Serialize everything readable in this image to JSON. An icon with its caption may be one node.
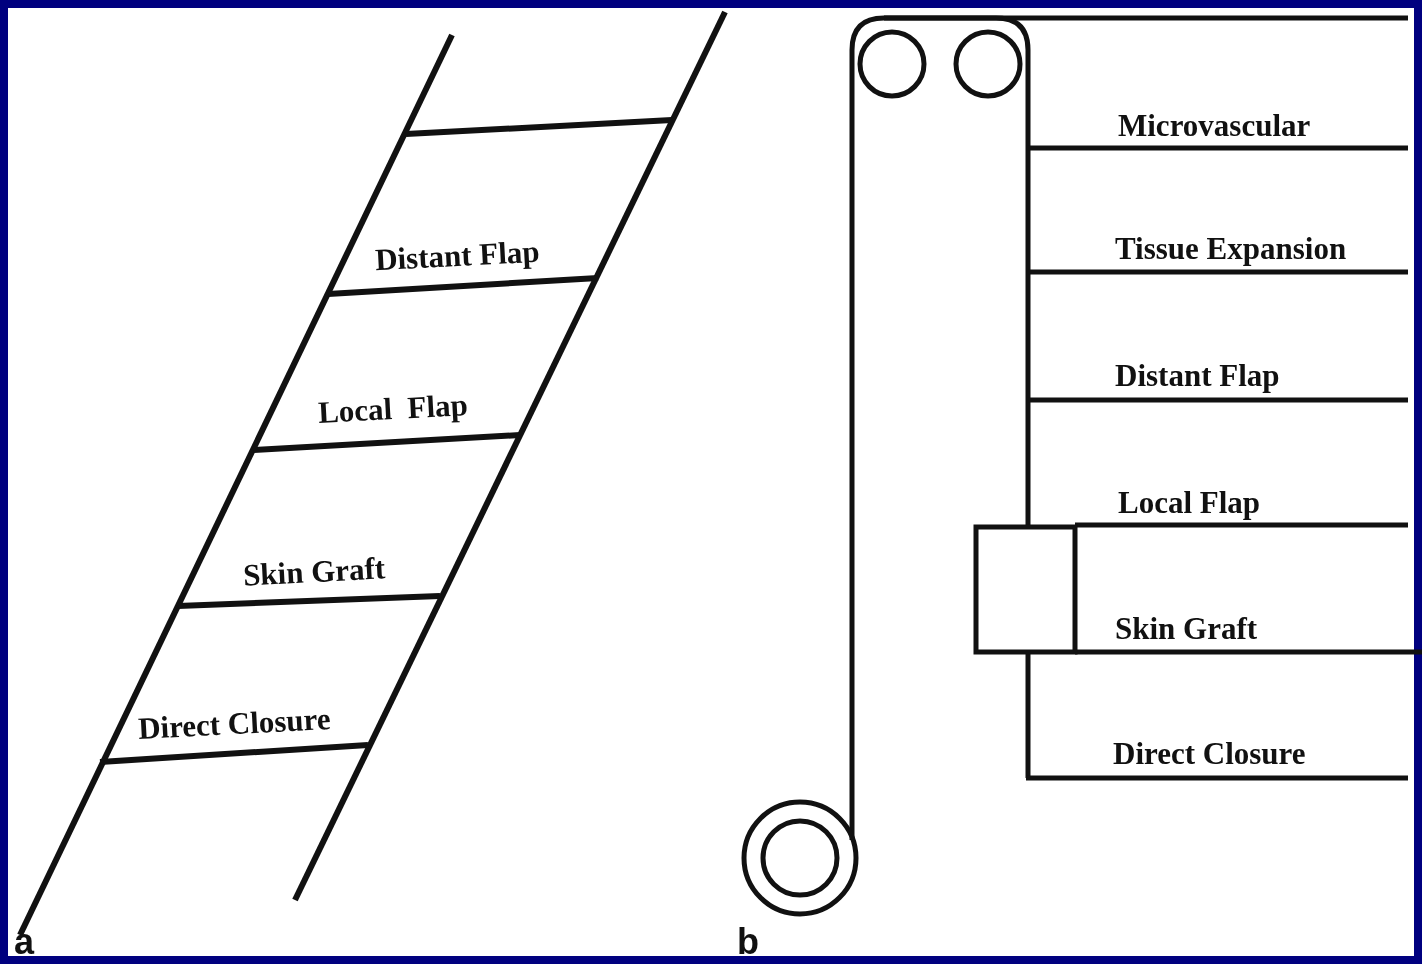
{
  "diagram": {
    "labels": [
      "Distant Flap",
      "Local  Flap",
      "Skin Graft",
      "Direct Closure",
      "Microvascular",
      "Tissue Expansion",
      "Distant Flap",
      "Local Flap",
      "Skin Graft",
      "Direct Closure",
      "a",
      "b"
    ]
  }
}
